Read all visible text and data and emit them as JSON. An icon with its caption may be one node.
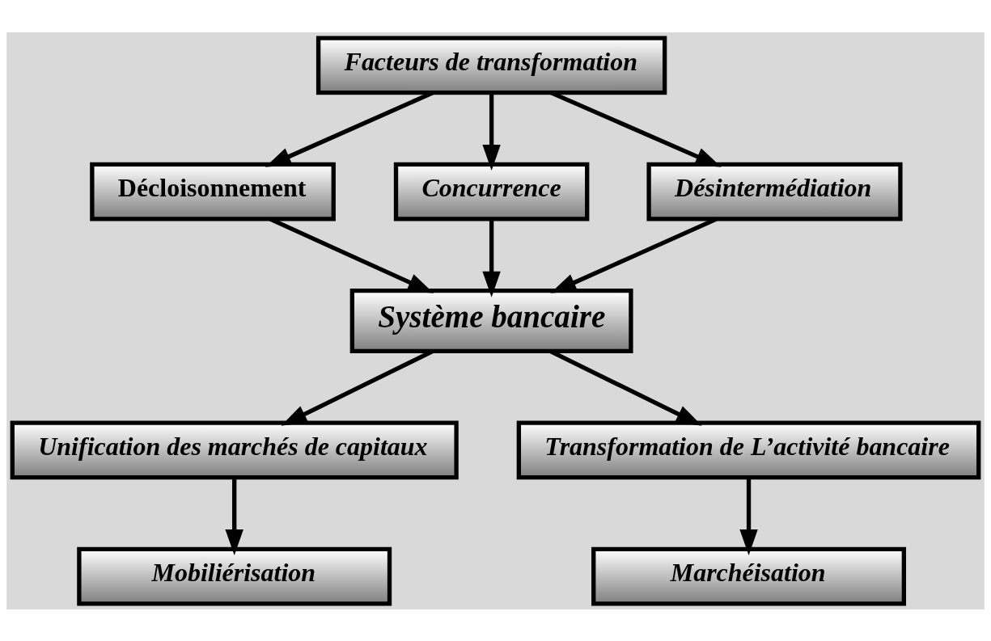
{
  "diagram": {
    "nodes": [
      {
        "text": [
          "Facteurs de transformation"
        ]
      },
      {
        "text": [
          "Décloisonnement"
        ]
      },
      {
        "text": [
          "Concurrence"
        ]
      },
      {
        "text": [
          "Désintermédiation"
        ]
      },
      {
        "text": [
          "Système bancaire"
        ]
      },
      {
        "text": [
          "Unification des marchés de capitaux"
        ]
      },
      {
        "text": [
          "Transformation de L’activité bancaire"
        ]
      },
      {
        "text": [
          "Mobiliérisation"
        ]
      },
      {
        "text": [
          "Marchéisation"
        ]
      }
    ],
    "edges": [
      {
        "from": 0,
        "to": 1,
        "arrow": "to"
      },
      {
        "from": 0,
        "to": 2,
        "arrow": "to"
      },
      {
        "from": 0,
        "to": 3,
        "arrow": "to"
      },
      {
        "from": 1,
        "to": 4,
        "arrow": "to"
      },
      {
        "from": 2,
        "to": 4,
        "arrow": "to"
      },
      {
        "from": 3,
        "to": 4,
        "arrow": "to"
      },
      {
        "from": 4,
        "to": 5,
        "arrow": "to"
      },
      {
        "from": 4,
        "to": 6,
        "arrow": "to"
      },
      {
        "from": 5,
        "to": 7,
        "arrow": "to"
      },
      {
        "from": 6,
        "to": 8,
        "arrow": "to"
      }
    ]
  }
}
